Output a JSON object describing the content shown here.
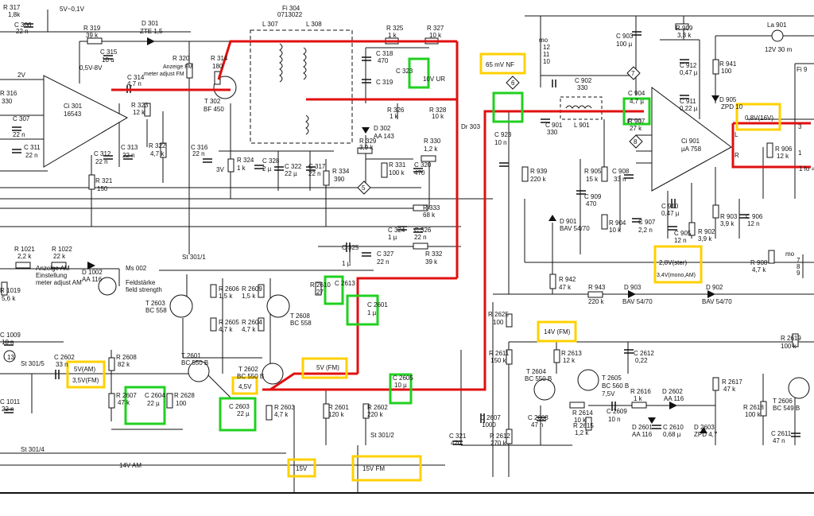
{
  "labels": {
    "r317": "R 317",
    "r317v": "1,8k",
    "c306": "C 306",
    "c306v": "22 n",
    "v5": "5V~0,1V",
    "r319": "R 319",
    "r319v": "39 k",
    "d301": "D 301",
    "d301v": "ZTE 1,5",
    "c315": "C 315",
    "c315v": "10 u",
    "v05": "0,5V-8V",
    "r320": "R 320",
    "r320a": "Anzeige FM",
    "r320b": "meter adjust FM",
    "r314": "R 314",
    "r314v": "180",
    "fi304": "Fi 304",
    "fi304v": "0713022",
    "l307": "L 307",
    "l308": "L 308",
    "r325": "R 325",
    "r325v": "1 k",
    "r327": "R 327",
    "r327v": "10 k",
    "c318": "C 318",
    "c318v": "470",
    "c319": "C 319",
    "c323": "C 323",
    "c323v": "10V UR",
    "r316": "R 316",
    "r316v": "330",
    "v2": "2V",
    "c314": "C 314",
    "c314v": "4,7 n",
    "r323": "R 323",
    "r323v": "12 k",
    "t302": "T 302",
    "t302v": "BF 450",
    "r326": "R 326",
    "r326v": "1 k",
    "r328": "R 328",
    "r328v": "10 k",
    "dr303": "Dr 303",
    "ci301": "Ci 301",
    "ci301v": "16543",
    "c307": "C 307",
    "c307v": "22 n",
    "c311": "C 311",
    "c311v": "22 n",
    "c312": "C 312",
    "c312v": "22 n",
    "c313": "C 313",
    "c313v": "22 n",
    "r322": "R 322",
    "r322v": "4,7 k",
    "c316": "C 316",
    "c316v": "22 n",
    "v3": "3V",
    "r324": "R 324",
    "r324v": "1 k",
    "c328": "C 328",
    "c328v": "2 µ",
    "c322": "C 322",
    "c322v": "22 µ",
    "c317": "C 317",
    "c317v": "22 n",
    "r329": "R 329",
    "r329v": "3,9 k",
    "d302": "D 302",
    "d302v": "AA 143",
    "r330": "R 330",
    "r330v": "1,2 k",
    "r331": "R 331",
    "r331v": "100 k",
    "c320": "C 320",
    "c320v": "470",
    "r334": "R 334",
    "r334v": "390",
    "r321": "R 321",
    "r321v": "150",
    "r333": "R 333",
    "r333v": "68 k",
    "c324": "C 324",
    "c324v": "1 µ",
    "c326": "C 326",
    "c326v": "22 n",
    "r1021": "R 1021",
    "r1021v": "2,2 k",
    "r1022": "R 1022",
    "r1022v": "22 k",
    "st3011": "St 301/1",
    "c325": "C 325",
    "c325v": "1 µ",
    "c327": "C 327",
    "c327v": "22 n",
    "r332": "R 332",
    "r332v": "39 k",
    "r1019": "R 1019",
    "r1019v": "5,6 k",
    "anz1": "Anzeige AM",
    "anz2": "Einstellung",
    "anz3": "meter adjust AM",
    "d1002": "D 1002",
    "d1002v": "AA 116",
    "ms002": "Ms 002",
    "fs1": "Feldstärke",
    "fs2": "field strength",
    "r2606": "R 2606",
    "r2606v": "1,5 k",
    "r2609": "R 2609",
    "r2609v": "1,5 k",
    "r2610": "R 2610",
    "r2610v": "27",
    "c2613": "C 2613",
    "t2603": "T 2603",
    "t2603v": "BC 558",
    "t2608": "T 2608",
    "t2608v": "BC 558",
    "r2605": "R 2605",
    "r2605v": "4,7 k",
    "r2604": "R 2604",
    "r2604v": "4,7 k",
    "c2601": "C 2601",
    "c2601v": "1 µ",
    "c1009": "C 1009",
    "c1009v": "10 n",
    "c2602": "C 2602",
    "c2602v": "33 n",
    "r2608": "R 2608",
    "r2608v": "82 k",
    "t2601": "T 2601",
    "t2601v": "BC 550 B",
    "t2602": "T 2602",
    "t2602v": "BC 550 B",
    "st3015": "St 301/5",
    "v5am": "5V(AM)",
    "v35fm": "3,5V(FM)",
    "v5fm": "5V (FM)",
    "v45": "4,5V",
    "r2607": "R 2607",
    "r2607v": "47 k",
    "c2604": "C 2604",
    "c2604v": "22 µ",
    "r2628": "R 2628",
    "r2628v": "100",
    "c2603": "C 2603",
    "c2603v": "22 µ",
    "r2603": "R 2603",
    "r2603v": "4,7 k",
    "r2601": "R 2601",
    "r2601v": "120 k",
    "r2602": "R 2602",
    "r2602v": "220 k",
    "c2605": "C 2605",
    "c2605v": "10 µ",
    "c1011": "C 1011",
    "c1011v": "22 n",
    "st3012": "St 301/2",
    "st3014": "St 301/4",
    "v14am": "14V AM",
    "v15": "15V",
    "v15fm": "15V FM",
    "mo1": "mo",
    "p12": "12",
    "p11": "11",
    "p10": "10",
    "nf65": "65 mV NF",
    "c903": "C 903",
    "c903v": "100 µ",
    "r909": "R 909",
    "r909v": "3,3 k",
    "la901": "La 901",
    "la901v": "12V 30 m",
    "c902": "C 902",
    "c902v": "330",
    "c912": "C 912",
    "c912v": "0,47 µ",
    "r941": "R 941",
    "r941v": "100",
    "c904": "C 904",
    "c904v": "4,7 µ",
    "r907": "R 907",
    "r907v": "27 k",
    "c911": "C 911",
    "c911v": "0,22 µ",
    "d905": "D 905",
    "d905v": "ZPD 10",
    "v08": "0,8V(16V)",
    "c901": "C 901",
    "c901v": "330",
    "l901": "L 901",
    "ci901": "Ci 901",
    "ci901v": "µA 758",
    "r906": "R 906",
    "r906v": "12 k",
    "c923": "C 923",
    "c923v": "10 n",
    "r939": "R 939",
    "r939v": "220 k",
    "r905": "R 905",
    "r905v": "15 k",
    "c908": "C 908",
    "c908v": "33 n",
    "c909": "C 909",
    "c909v": "470",
    "c910": "C 910",
    "c910v": "0,47 µ",
    "d901": "D 901",
    "d901v": "BAV 54/70",
    "r904": "R 904",
    "r904v": "10 k",
    "c907": "C 907",
    "c907v": "2,2 n",
    "c905": "C 905",
    "c905v": "12 n",
    "r902": "R 902",
    "r902v": "3,9 k",
    "r903": "R 903",
    "r903v": "3,9 k",
    "c906": "C 906",
    "c906v": "12 n",
    "v28": "2,8V(ster)",
    "v34": "3,4V(mono,AM)",
    "r908": "R 908",
    "r908v": "4,7 k",
    "mo2": "mo",
    "p7": "7",
    "p8": "8",
    "p9": "9",
    "r942": "R 942",
    "r942v": "47 k",
    "r943": "R 943",
    "r943v": "220 k",
    "d903": "D 903",
    "d903v": "BAV 54/70",
    "d902": "D 902",
    "d902v": "BAV 54/70",
    "r2625": "R 2625",
    "r2625v": "100",
    "v14fm": "14V (FM)",
    "r2611": "R 2611",
    "r2611v": "150 k",
    "r2613": "R 2613",
    "r2613v": "12 k",
    "c2612": "C 2612",
    "c2612v": "0,22",
    "r2619": "R 2619",
    "r2619v": "100 k",
    "t2604": "T 2604",
    "t2604v": "BC 550 B",
    "t2605": "T 2605",
    "t2605v": "BC 560 B",
    "v75": "7,5V",
    "r2616": "R 2616",
    "r2616v": "1 k",
    "d2602": "D 2602",
    "d2602v": "AA 116",
    "r2617": "R 2617",
    "r2617v": "47 k",
    "r2618": "R 2618",
    "r2618v": "100 k",
    "t2606": "T 2606",
    "t2606v": "BC 549 B",
    "c2608": "C 2608",
    "c2608v": "47 n",
    "r2614": "R 2614",
    "r2614v": "10 k",
    "c2609": "C 2609",
    "c2609v": "10 n",
    "r2615": "R 2615",
    "r2615v": "1,2 k",
    "d2601": "D 2601",
    "d2601v": "AA 116",
    "c2610": "C 2610",
    "c2610v": "0,68 µ",
    "d2603": "D 2603",
    "d2603v": "ZPD 4,7",
    "c2611": "C 2611",
    "c2611v": "47 n",
    "c2607": "C 2607",
    "c2607v": "1000",
    "r2612": "R 2612",
    "r2612v": "270 k",
    "c321": "C 321",
    "c321v": "470",
    "fi9": "Fi 9",
    "fo": "1 fo =",
    "pinL": "L",
    "pinR": "R",
    "pin3": "3",
    "pin1": "1",
    "node13": "13",
    "node5": "5",
    "node6": "6",
    "node7": "7",
    "node8": "8"
  },
  "colors": {
    "highlight_wire": "#e01010",
    "voltage_box": "#ffd000",
    "component_box": "#20d020"
  }
}
